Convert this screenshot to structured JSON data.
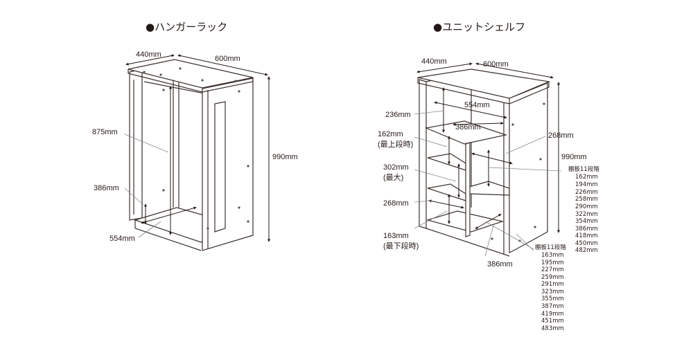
{
  "hanger_rack": {
    "title": "●ハンガーラック",
    "depth": "440mm",
    "width": "600mm",
    "height": "990mm",
    "inner_height": "875mm",
    "base_height": "386mm",
    "inner_width": "554mm"
  },
  "unit_shelf": {
    "title": "●ユニットシェルフ",
    "depth": "440mm",
    "width": "600mm",
    "height": "990mm",
    "top_gap": "236mm",
    "inner_width": "554mm",
    "small_width": "386mm",
    "right_depth": "268mm",
    "top_min_line1": "162mm",
    "top_min_line2": "(最上段時)",
    "max_line1": "302mm",
    "max_line2": "(最大)",
    "left_depth": "268mm",
    "bottom_min_line1": "163mm",
    "bottom_min_line2": "(最下段時)",
    "bottom_width": "386mm",
    "right_shelf_steps": {
      "title": "棚板11段階",
      "values": [
        "162mm",
        "194mm",
        "226mm",
        "258mm",
        "290mm",
        "322mm",
        "354mm",
        "386mm",
        "418mm",
        "450mm",
        "482mm"
      ]
    },
    "left_shelf_steps": {
      "title": "棚板11段階",
      "values": [
        "163mm",
        "195mm",
        "227mm",
        "259mm",
        "291mm",
        "323mm",
        "355mm",
        "387mm",
        "419mm",
        "451mm",
        "483mm"
      ]
    }
  }
}
